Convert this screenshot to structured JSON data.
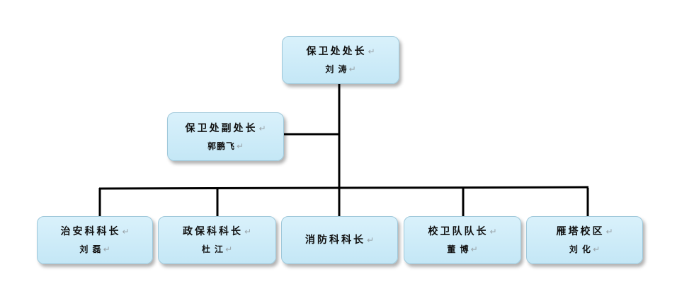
{
  "return_mark": "↵",
  "chief": {
    "title": "保卫处处长",
    "name": "刘 涛"
  },
  "deputy": {
    "title": "保卫处副处长",
    "name": "郭鹏飞"
  },
  "sections": [
    {
      "title": "治安科科长",
      "name": "刘 磊"
    },
    {
      "title": "政保科科长",
      "name": "杜 江"
    },
    {
      "title": "消防科科长",
      "name": ""
    },
    {
      "title": "校卫队队长",
      "name": "董 博"
    },
    {
      "title": "雁塔校区",
      "name": "刘 化"
    }
  ]
}
